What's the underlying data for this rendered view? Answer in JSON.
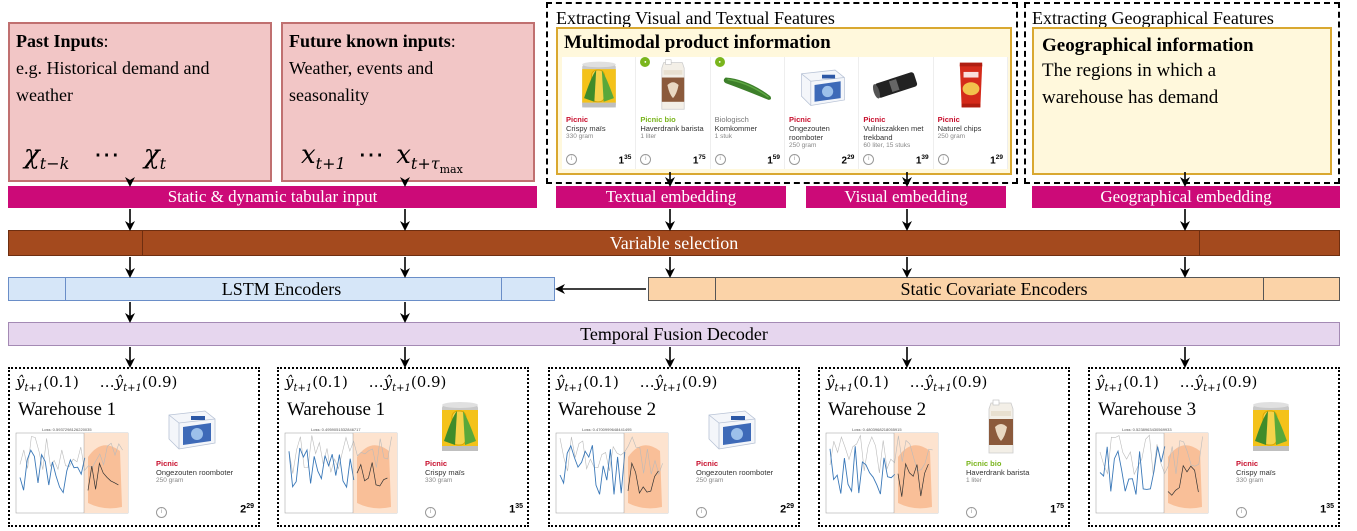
{
  "inputs": {
    "past": {
      "title": "Past Inputs",
      "colon": ":",
      "desc": "e.g. Historical demand and weather",
      "formula_a": "χ",
      "formula_a_sub": "t−k",
      "dots": "⋯",
      "formula_b": "χ",
      "formula_b_sub": "t"
    },
    "future": {
      "title": "Future known inputs",
      "colon": ":",
      "desc": "Weather, events and seasonality",
      "formula_a": "x",
      "formula_a_sub": "t+1",
      "dots": "⋯",
      "formula_b": "x",
      "formula_b_sub": "t+τ",
      "formula_b_subsub": "max"
    }
  },
  "sections": {
    "visual_textual": {
      "title": "Extracting Visual and Textual Features",
      "subtitle": "Multimodal product information"
    },
    "geographical": {
      "title": "Extracting Geographical Features",
      "subtitle": "Geographical information",
      "desc": "The regions in which a warehouse has demand"
    }
  },
  "products": [
    {
      "brand": "Picnic",
      "brand_style": "red",
      "name": "Crispy maïs",
      "unit": "330 gram",
      "price_main": "1",
      "price_sup": "35",
      "image": "corn-can"
    },
    {
      "brand": "Picnic bio",
      "brand_style": "green",
      "name": "Haverdrank barista",
      "unit": "1 liter",
      "price_main": "1",
      "price_sup": "75",
      "image": "oat-drink"
    },
    {
      "brand": "Biologisch",
      "brand_style": "gray",
      "name": "Komkommer",
      "unit": "1 stuk",
      "price_main": "1",
      "price_sup": "59",
      "image": "cucumber"
    },
    {
      "brand": "Picnic",
      "brand_style": "red",
      "name": "Ongezouten roomboter",
      "unit": "250 gram",
      "price_main": "2",
      "price_sup": "29",
      "image": "butter"
    },
    {
      "brand": "Picnic",
      "brand_style": "red",
      "name": "Vuilniszakken met trekband",
      "unit": "60 liter, 15 stuks",
      "price_main": "1",
      "price_sup": "39",
      "image": "garbage-bags"
    },
    {
      "brand": "Picnic",
      "brand_style": "red",
      "name": "Naturel chips",
      "unit": "250 gram",
      "price_main": "1",
      "price_sup": "29",
      "image": "chips"
    }
  ],
  "embeddings": {
    "static_dynamic": "Static & dynamic tabular input",
    "textual": "Textual embedding",
    "visual": "Visual embedding",
    "geographical": "Geographical embedding"
  },
  "layers": {
    "variable_selection": "Variable selection",
    "lstm": "LSTM Encoders",
    "static_cov": "Static Covariate Encoders",
    "decoder": "Temporal Fusion Decoder"
  },
  "outputs": [
    {
      "q_low": "ŷ",
      "q_low_sub": "t+1",
      "q_low_arg": "(0.1)",
      "q_high_prefix": "…",
      "q_high": "ŷ",
      "q_high_sub": "t+1",
      "q_high_arg": "(0.9)",
      "warehouse": "Warehouse 1",
      "chart_title": "Loss: 0.5937298126220035",
      "brand": "Picnic",
      "brand_style": "red",
      "name": "Ongezouten roomboter",
      "unit": "250 gram",
      "price_main": "2",
      "price_sup": "29",
      "image": "butter"
    },
    {
      "q_low": "ŷ",
      "q_low_sub": "t+1",
      "q_low_arg": "(0.1)",
      "q_high_prefix": "…",
      "q_high": "ŷ",
      "q_high_sub": "t+1",
      "q_high_arg": "(0.9)",
      "warehouse": "Warehouse 1",
      "chart_title": "Loss: 0.4959051532846717",
      "brand": "Picnic",
      "brand_style": "red",
      "name": "Crispy maïs",
      "unit": "330 gram",
      "price_main": "1",
      "price_sup": "35",
      "image": "corn-can"
    },
    {
      "q_low": "ŷ",
      "q_low_sub": "t+1",
      "q_low_arg": "(0.1)",
      "q_high_prefix": "…",
      "q_high": "ŷ",
      "q_high_sub": "t+1",
      "q_high_arg": "(0.9)",
      "warehouse": "Warehouse 2",
      "chart_title": "Loss: 0.4700999648441495",
      "brand": "Picnic",
      "brand_style": "red",
      "name": "Ongezouten roomboter",
      "unit": "250 gram",
      "price_main": "2",
      "price_sup": "29",
      "image": "butter"
    },
    {
      "q_low": "ŷ",
      "q_low_sub": "t+1",
      "q_low_arg": "(0.1)",
      "q_high_prefix": "…",
      "q_high": "ŷ",
      "q_high_sub": "t+1",
      "q_high_arg": "(0.9)",
      "warehouse": "Warehouse 2",
      "chart_title": "Loss: 0.4803968218055915",
      "brand": "Picnic bio",
      "brand_style": "green",
      "name": "Haverdrank barista",
      "unit": "1 liter",
      "price_main": "1",
      "price_sup": "75",
      "image": "oat-drink"
    },
    {
      "q_low": "ŷ",
      "q_low_sub": "t+1",
      "q_low_arg": "(0.1)",
      "q_high_prefix": "…",
      "q_high": "ŷ",
      "q_high_sub": "t+1",
      "q_high_arg": "(0.9)",
      "warehouse": "Warehouse 3",
      "chart_title": "Loss: 0.5238963430569933",
      "brand": "Picnic",
      "brand_style": "red",
      "name": "Crispy maïs",
      "unit": "330 gram",
      "price_main": "1",
      "price_sup": "35",
      "image": "corn-can"
    }
  ],
  "colors": {
    "magenta": "#cc0a78",
    "brown": "#a44a1e",
    "blue": "#d6e6f8",
    "orange": "#fbd3a8",
    "lavender": "#e6d6ee",
    "pink": "#f2c6c6",
    "cream": "#fff8dc"
  }
}
